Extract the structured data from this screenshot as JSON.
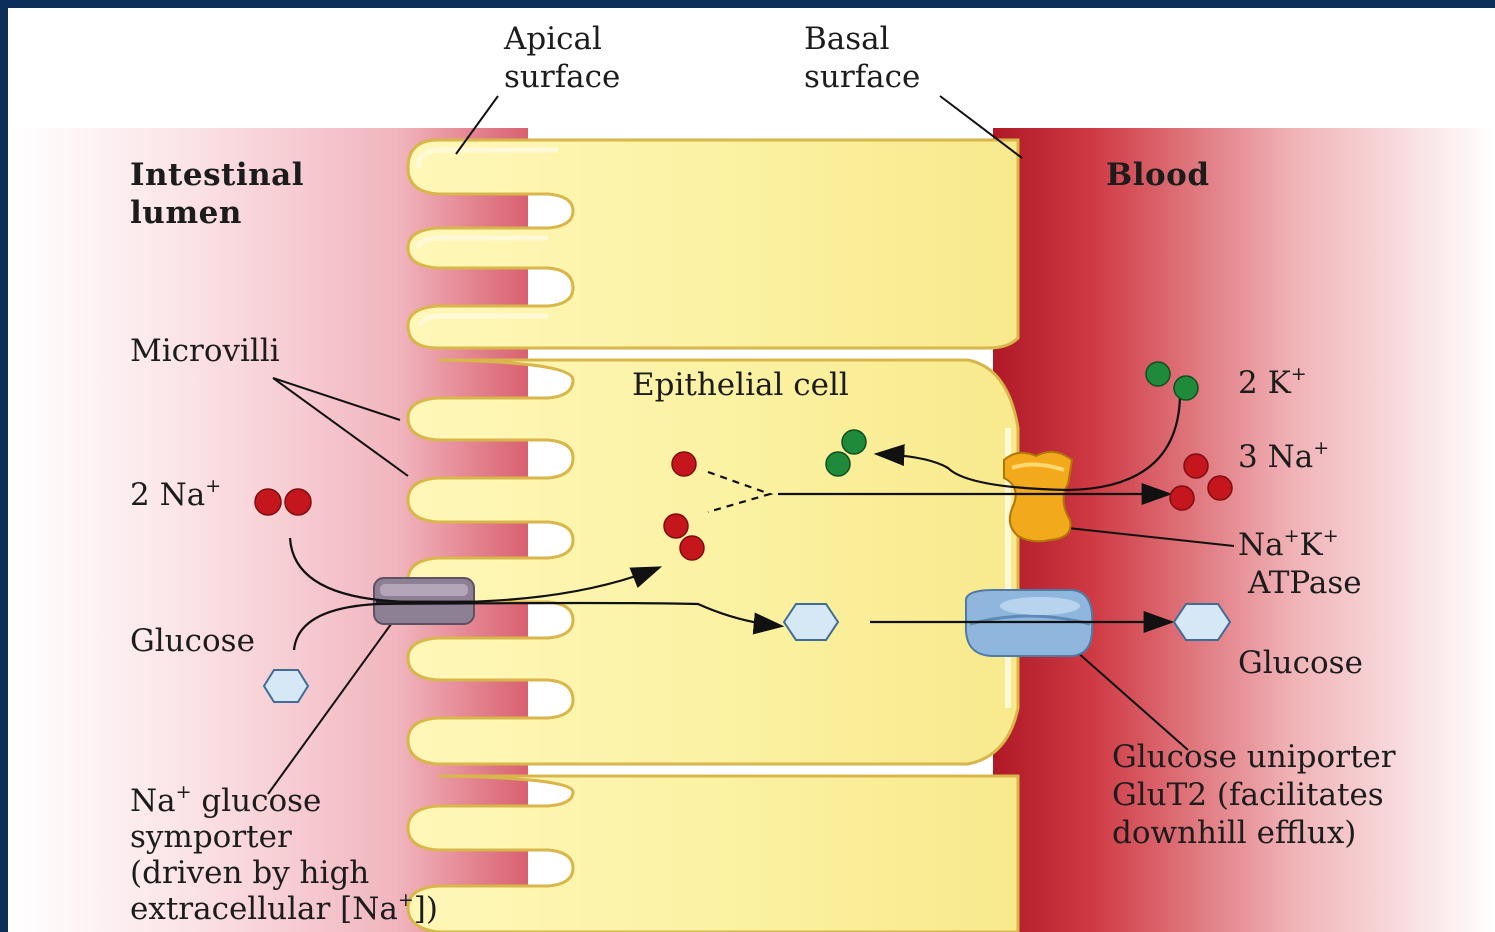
{
  "labels": {
    "apical_1": "Apical",
    "apical_2": "surface",
    "basal_1": "Basal",
    "basal_2": "surface",
    "lumen_1": "Intestinal",
    "lumen_2": "lumen",
    "blood": "Blood",
    "microvilli": "Microvilli",
    "epithelial_cell": "Epithelial cell",
    "na_in_prefix": "2 Na",
    "na_in_sup": "+",
    "glucose_left": "Glucose",
    "k_prefix": "2 K",
    "k_sup": "+",
    "na_out_prefix": "3 Na",
    "na_out_sup": "+",
    "atpase_na": "Na",
    "atpase_sup1": "+",
    "atpase_k": "K",
    "atpase_sup2": "+",
    "atpase_2": "ATPase",
    "glucose_right": "Glucose",
    "uniporter_1": "Glucose uniporter",
    "uniporter_2": "GluT2 (facilitates",
    "uniporter_3": "downhill efflux)",
    "symporter_na": "Na",
    "symporter_sup": "+",
    "symporter_1_rest": " glucose",
    "symporter_2": "symporter",
    "symporter_3": "(driven by high",
    "symporter_4_pre": "extracellular [Na",
    "symporter_4_sup": "+",
    "symporter_4_post": "])"
  },
  "colors": {
    "slide_border": "#0b2f5a",
    "lumen_pink": "#f4c2c8",
    "blood_red": "#c8242e",
    "cell_yellow": "#fbf3a6",
    "membrane_edge": "#d9b64a",
    "na_ion": "#c4161c",
    "k_ion": "#1f8a3a",
    "glucose": "#d6e8f6",
    "glut2": "#8fb7de",
    "atpase": "#f3a91c",
    "symporter": "#8e8094"
  }
}
